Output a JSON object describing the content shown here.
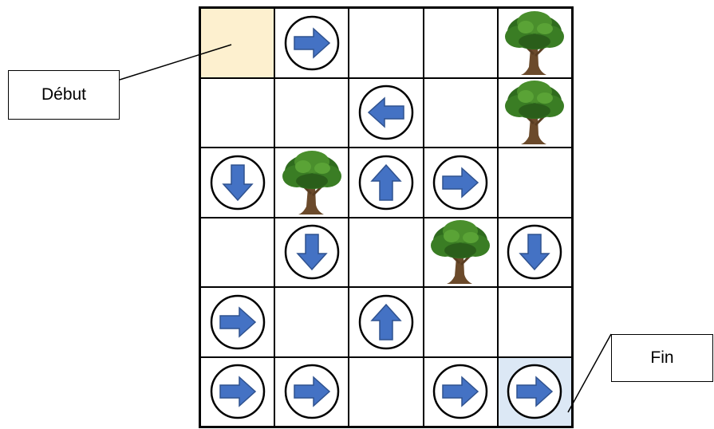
{
  "labels": {
    "start": "Début",
    "end": "Fin"
  },
  "colors": {
    "start_cell": "#fdf0cf",
    "end_cell": "#dce8f5",
    "arrow": "#4472c4",
    "arrow_outline": "#2f528f"
  },
  "grid": {
    "rows": 6,
    "cols": 5,
    "cells": [
      [
        "start",
        "right",
        "empty",
        "empty",
        "tree"
      ],
      [
        "empty",
        "empty",
        "left",
        "empty",
        "tree"
      ],
      [
        "down",
        "tree",
        "up",
        "right",
        "empty"
      ],
      [
        "empty",
        "down",
        "empty",
        "tree",
        "down"
      ],
      [
        "right",
        "empty",
        "up",
        "empty",
        "empty"
      ],
      [
        "right",
        "right",
        "empty",
        "right",
        "end-right"
      ]
    ]
  }
}
